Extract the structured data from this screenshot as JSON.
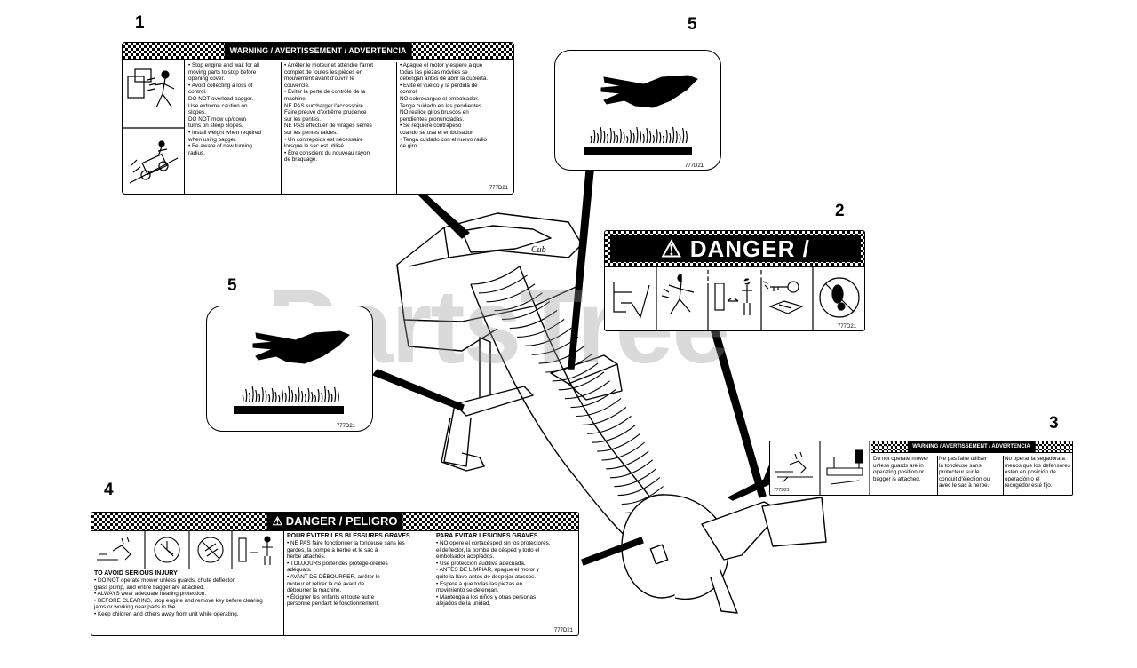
{
  "callouts": [
    "1",
    "2",
    "3",
    "4",
    "5",
    "5"
  ],
  "watermark": "PartsTree",
  "decal1": {
    "banner": "WARNING / AVERTISSEMENT / ADVERTENCIA",
    "col1": [
      "• Stop engine and wait for all",
      "moving parts to stop before",
      "opening cover.",
      "• Avoid collecting a loss of",
      "control.",
      "DO NOT overload bagger.",
      "Use extreme caution on",
      "slopes.",
      "DO NOT mow up/down",
      "turns on steep slopes.",
      "• Install weight when required",
      "when using bagger.",
      "• Be aware of new turning",
      "radius."
    ],
    "col2": [
      "• Arrêter le moteur et attendre l'arrêt",
      "complet de toutes les pièces en",
      "mouvement avant d'ouvrir le",
      "couvercle.",
      "• Éviter la perte de contrôle de la",
      "machine.",
      "NE PAS surcharger l'accessoire.",
      "Faire preuve d'extrême prudence",
      "sur les pentes.",
      "NE PAS effectuer de virages serrés",
      "sur les pentes raides.",
      "• Un contrepoids est nécessaire",
      "lorsque le sac est utilisé.",
      "• Être conscient du nouveau rayon",
      "de braquage."
    ],
    "col3": [
      "• Apague el motor y espere a que",
      "todas las piezas móviles se",
      "detengan antes de abrir la cubierta.",
      "• Evite el vuelco y la pérdida de",
      "control.",
      "NO sobrecargue el embolsador.",
      "Tenga cuidado en las pendientes.",
      "NO realice giros bruscos en",
      "pendientes pronunciadas.",
      "• Se requiere contrapeso",
      "cuando se usa el embolsador.",
      "• Tenga cuidado con el nuevo radio",
      "de giro."
    ],
    "code": "777D21"
  },
  "decal2": {
    "banner": "DANGER / PELIGRO",
    "code": "777D21"
  },
  "decal3": {
    "banner": "WARNING / AVERTISSEMENT / ADVERTENCIA",
    "col1": [
      "Do not operate mower",
      "unless guards are in",
      "operating position or",
      "bagger is attached."
    ],
    "col2": [
      "Ne pas faire utiliser",
      "la tondeuse sans",
      "protecteur sur le",
      "conduit d'éjection ou",
      "avec le sac à herbe."
    ],
    "col3": [
      "No operar la segadora a",
      "menos que los defensores",
      "estén en posición de",
      "operación o el",
      "recogedor esté fijo."
    ],
    "code": "777D21"
  },
  "decal4": {
    "banner": "DANGER / PELIGRO",
    "head1": "TO AVOID SERIOUS INJURY",
    "head2": "POUR ÉVITER LES BLESSURES GRAVES",
    "head3": "PARA EVITAR LESIONES GRAVES",
    "col1": [
      "• DO NOT operate mower unless guards, chute deflector,",
      "grass pump, and entire bagger are attached.",
      "• ALWAYS wear adequate hearing protection.",
      "• BEFORE CLEARING, stop engine and remove key before clearing",
      "jams or working near parts in the.",
      "• Keep children and others away from unit while operating."
    ],
    "col2": [
      "• NE PAS faire fonctionner la tondeuse sans les",
      "gardes, la pompe à herbe et le sac à",
      "herbe attachés.",
      "• TOUJOURS porter des protège-oreilles",
      "adéquats.",
      "• AVANT DE DÉBOURRER, arrêter le",
      "moteur et retirer la clé avant de",
      "débourrer la machine.",
      "• Éloigner les enfants et toute autre",
      "personne pendant le fonctionnement."
    ],
    "col3": [
      "• NO opere el cortacésped sin los protectores,",
      "el deflector, la bomba de césped y todo el",
      "embolsador acoplados.",
      "• Use protección auditiva adecuada.",
      "• ANTES DE LIMPIAR, apague el motor y",
      "quite la llave antes de despejar atascos.",
      "• Espere a que todas las piezas en",
      "movimiento se detengan.",
      "• Mantenga a los niños y otras personas",
      "alejados de la unidad."
    ],
    "code": "777D21"
  },
  "decal5a": {
    "code": "777D21"
  },
  "decal5b": {
    "code": "777D21"
  }
}
